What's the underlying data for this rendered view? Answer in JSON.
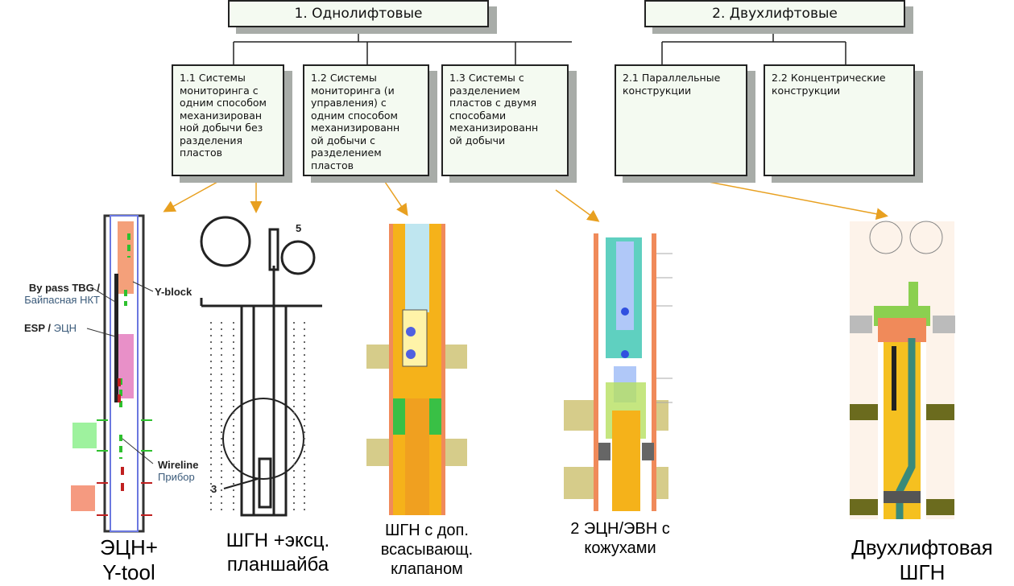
{
  "categories": [
    {
      "title": "1. Однолифтовые",
      "subtypes": [
        "1.1 Системы\nмониторинга с\nодним способом\nмеханизирован\nной добычи без\nразделения\nпластов",
        "1.2 Системы\nмониторинга (и\nуправления) с\nодним способом\nмеханизированн\nой добычи с\nразделением\nпластов",
        "1.3 Системы с\nразделением\nпластов  с двумя\nспособами\nмеханизированн\nой добычи"
      ]
    },
    {
      "title": "2. Двухлифтовые",
      "subtypes": [
        "2.1 Параллельные\nконструкции",
        "2.2 Концентрические\nконструкции"
      ]
    }
  ],
  "illustrations": [
    {
      "caption": "ЭЦН+\nY-tool",
      "labels": {
        "bypass_en": "By pass TBG /",
        "bypass_ru": "Байпасная НКТ",
        "yblock": "Y-block",
        "esp_en": "ESP /",
        "esp_ru": "ЭЦН",
        "wireline_en": "Wireline",
        "wireline_ru": "Прибор"
      }
    },
    {
      "caption": "ШГН +эксц.\nпланшайба",
      "labels": {
        "n5": "5",
        "n3": "3"
      }
    },
    {
      "caption": "ШГН с доп.\nвсасывающ.\nклапаном"
    },
    {
      "caption": "2 ЭЦН/ЭВН с\nкожухами"
    },
    {
      "caption": "Двухлифтовая\nШГН"
    }
  ],
  "colors": {
    "arrow": "#e8a020",
    "box_fill": "#f4faf1",
    "shadow": "#a8aca8",
    "casing": "#f08a5a",
    "fluid": "#f5b21a",
    "formation": "#d6cc8a"
  }
}
